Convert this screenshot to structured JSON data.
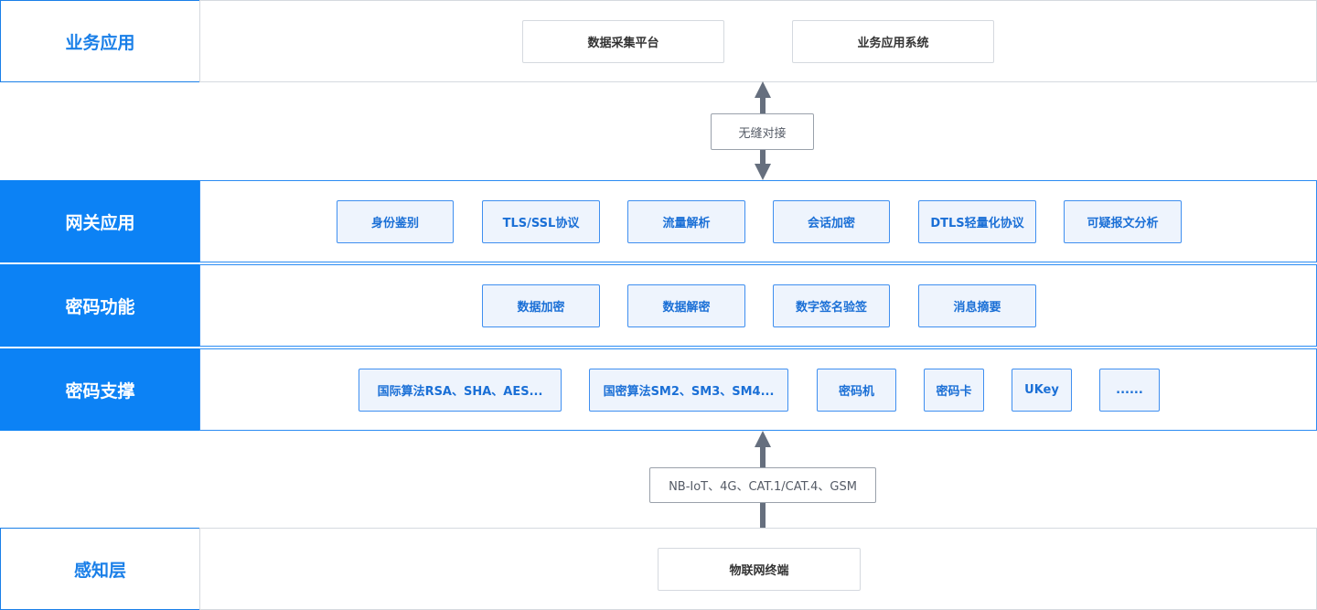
{
  "layers": {
    "business": {
      "label": "业务应用",
      "items": [
        "数据采集平台",
        "业务应用系统"
      ]
    },
    "gateway": {
      "label": "网关应用",
      "items": [
        "身份鉴别",
        "TLS/SSL协议",
        "流量解析",
        "会话加密",
        "DTLS轻量化协议",
        "可疑报文分析"
      ]
    },
    "crypto_function": {
      "label": "密码功能",
      "items": [
        "数据加密",
        "数据解密",
        "数字签名验签",
        "消息摘要"
      ]
    },
    "crypto_support": {
      "label": "密码支撑",
      "items": [
        "国际算法RSA、SHA、AES...",
        "国密算法SM2、SM3、SM4...",
        "密码机",
        "密码卡",
        "UKey",
        "......"
      ]
    },
    "perception": {
      "label": "感知层",
      "items": [
        "物联网终端"
      ]
    }
  },
  "connectors": {
    "top": "无缝对接",
    "bottom": "NB-IoT、4G、CAT.1/CAT.4、GSM"
  },
  "colors": {
    "primary": "#0c82f5",
    "accent_text": "#1a6fd6",
    "item_fill": "#eef4fd",
    "arrow": "#666f7e"
  }
}
